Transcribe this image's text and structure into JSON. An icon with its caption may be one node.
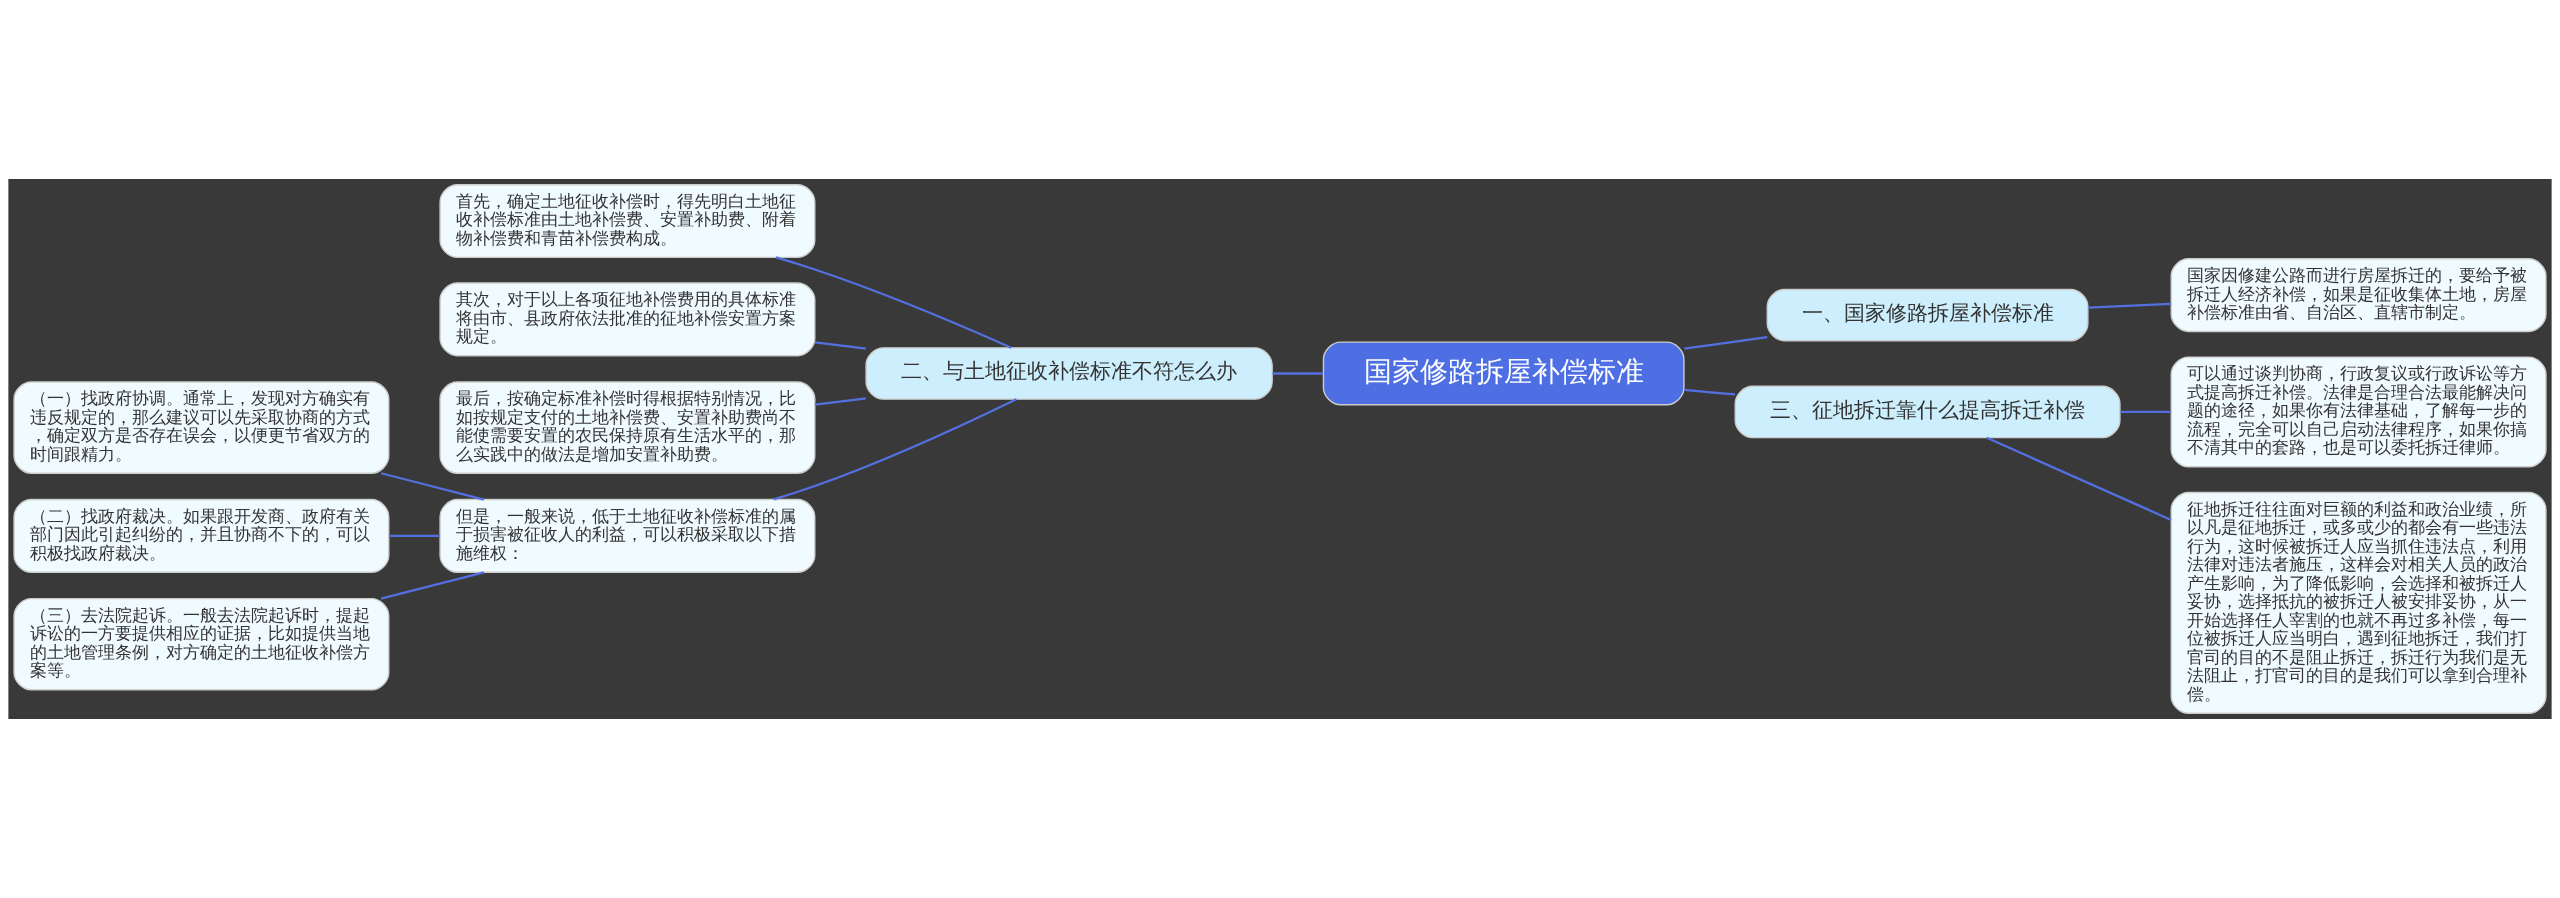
{
  "diagram": {
    "nodes": [
      {
        "text": [
          "国家修路拆屋补偿标准"
        ]
      },
      {
        "text": [
          "一、国家修路拆屋补偿标准"
        ]
      },
      {
        "text": [
          "国家因修建公路而进行房屋拆迁的，要给予被拆迁人经济补偿，如果是征收集体土地，房屋补偿标准由省、自治区、直辖市制定。"
        ]
      },
      {
        "text": [
          "二、与土地征收补偿标准不符怎么办"
        ]
      },
      {
        "text": [
          "首先，确定土地征收补偿时，得先明白土地征收补偿标准由土地补偿费、安置补助费、附着物补偿费和青苗补偿费构成。"
        ]
      },
      {
        "text": [
          "其次，对于以上各项征地补偿费用的具体标准将由市、县政府依法批准的征地补偿安置方案规定。"
        ]
      },
      {
        "text": [
          "最后，按确定标准补偿时得根据特别情况，比如按规定支付的土地补偿费、安置补助费尚不能使需要安置的农民保持原有生活水平的，那么实践中的做法是增加安置补助费。"
        ]
      },
      {
        "text": [
          "但是，一般来说，低于土地征收补偿标准的属于损害被征收人的利益，可以积极采取以下措施维权："
        ]
      },
      {
        "text": [
          "（一）找政府协调。通常上，发现对方确实有违反规定的，那么建议可以先采取协商的方式，确定双方是否存在误会，以便更节省双方的时间跟精力。"
        ]
      },
      {
        "text": [
          "（二）找政府裁决。如果跟开发商、政府有关部门因此引起纠纷的，并且协商不下的，可以积极找政府裁决。"
        ]
      },
      {
        "text": [
          "（三）去法院起诉。一般去法院起诉时，提起诉讼的一方要提供相应的证据，比如提供当地的土地管理条例，对方确定的土地征收补偿方案等。"
        ]
      },
      {
        "text": [
          "三、征地拆迁靠什么提高拆迁补偿"
        ]
      },
      {
        "text": [
          "可以通过谈判协商，行政复议或行政诉讼等方式提高拆迁补偿。法律是合理合法最能解决问题的途径，如果你有法律基础，了解每一步的流程，完全可以自己启动法律程序，如果你搞不清其中的套路，也是可以委托拆迁律师。"
        ]
      },
      {
        "text": [
          "征地拆迁往往面对巨额的利益和政治业绩，所以凡是征地拆迁，或多或少的都会有一些违法行为，这时候被拆迁人应当抓住违法点，利用法律对违法者施压，这样会对相关人员的政治产生影响，为了降低影响，会选择和被拆迁人妥协，选择抵抗的被拆迁人被安排妥协，从一开始选择任人宰割的也就不再过多补偿，每一位被拆迁人应当明白，遇到征地拆迁，我们打官司的目的不是阻止拆迁，拆迁行为我们是无法阻止，打官司的目的是我们可以拿到合理补偿。"
        ]
      }
    ],
    "edges": [
      {
        "from": 0,
        "to": 1,
        "arrow": "none"
      },
      {
        "from": 1,
        "to": 2,
        "arrow": "none"
      },
      {
        "from": 0,
        "to": 3,
        "arrow": "none"
      },
      {
        "from": 3,
        "to": 4,
        "arrow": "none"
      },
      {
        "from": 3,
        "to": 5,
        "arrow": "none"
      },
      {
        "from": 3,
        "to": 6,
        "arrow": "none"
      },
      {
        "from": 3,
        "to": 7,
        "arrow": "none"
      },
      {
        "from": 7,
        "to": 8,
        "arrow": "none"
      },
      {
        "from": 7,
        "to": 9,
        "arrow": "none"
      },
      {
        "from": 7,
        "to": 10,
        "arrow": "none"
      },
      {
        "from": 0,
        "to": 11,
        "arrow": "none"
      },
      {
        "from": 11,
        "to": 12,
        "arrow": "none"
      },
      {
        "from": 11,
        "to": 13,
        "arrow": "none"
      }
    ]
  }
}
